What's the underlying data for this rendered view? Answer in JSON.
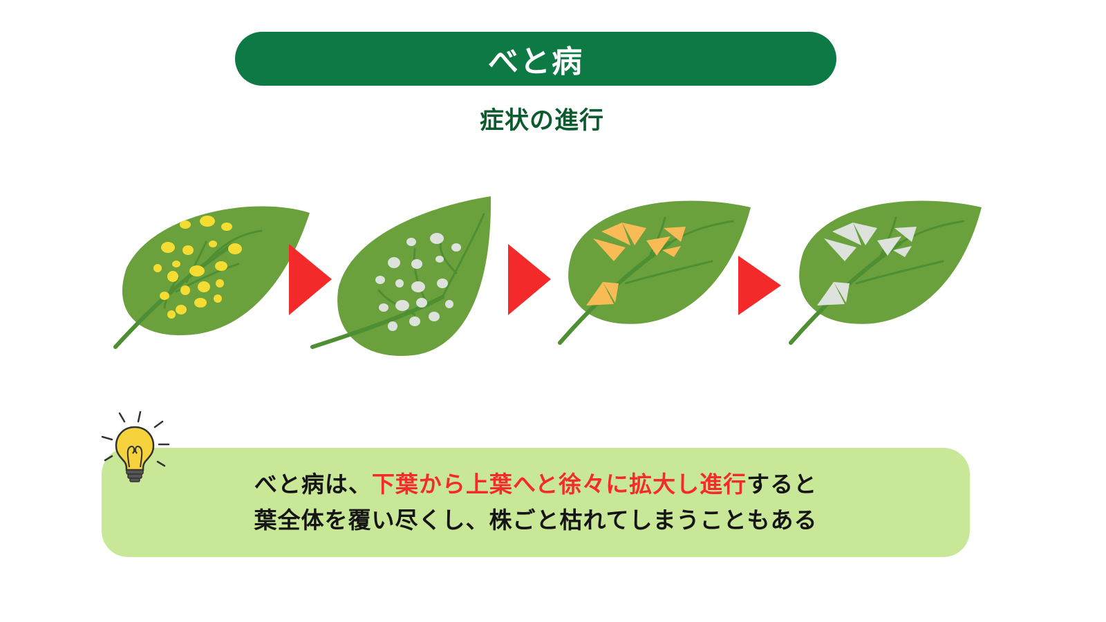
{
  "header": {
    "title": "べと病",
    "title_color": "#0d7a45",
    "subtitle": "症状の進行",
    "subtitle_color": "#0c5a2e"
  },
  "stages": [
    {
      "spot_type": "yellow-spots",
      "spot_color": "#f5dc33"
    },
    {
      "spot_type": "white-spots",
      "spot_color": "#dde3dc"
    },
    {
      "spot_type": "orange-angular-lesions",
      "spot_color": "#f9bb55"
    },
    {
      "spot_type": "gray-angular-lesions",
      "spot_color": "#dde3dc"
    }
  ],
  "colors": {
    "leaf": "#6aa13d",
    "vein": "#4f8f34",
    "arrow": "#f42a2a",
    "note_background": "#c8e897",
    "highlight": "#f52a2a"
  },
  "note": {
    "icon": "lightbulb-icon",
    "line1_before": "べと病は、",
    "line1_highlight": "下葉から上葉へと徐々に拡大し進行",
    "line1_after": "すると",
    "line2": "葉全体を覆い尽くし、株ごと枯れてしまうこともある"
  }
}
